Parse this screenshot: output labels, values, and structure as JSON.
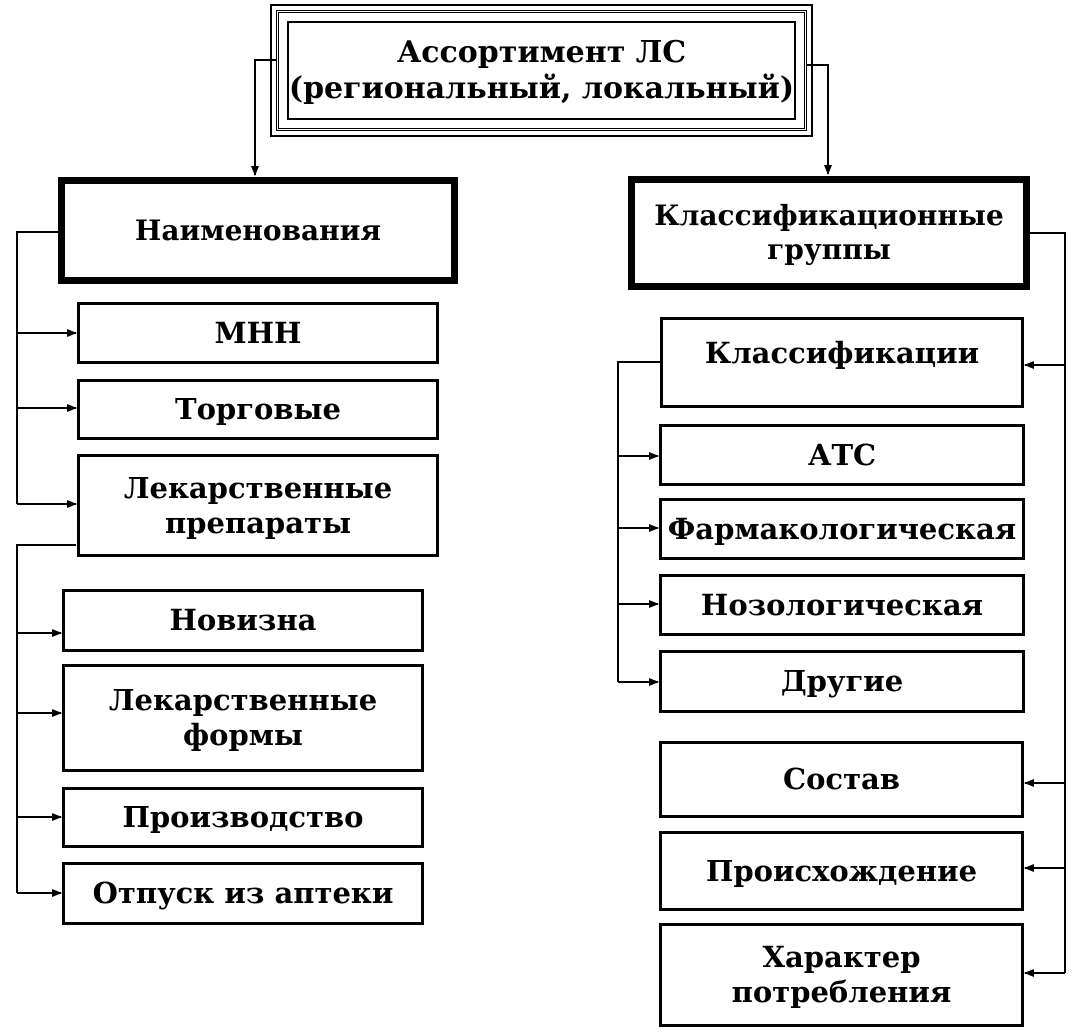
{
  "root": {
    "line1": "Ассортимент ЛС",
    "line2": "(региональный, локальный)"
  },
  "left": {
    "header": "Наименования",
    "items": [
      "МНН",
      "Торговые",
      "Лекарственные\nпрепараты"
    ],
    "drug_items": [
      "Новизна",
      "Лекарственные\nформы",
      "Производство",
      "Отпуск из аптеки"
    ]
  },
  "right": {
    "header": "Классификационные\nгруппы",
    "classifications": "Классификации",
    "class_items": [
      "АТС",
      "Фармакологическая",
      "Нозологическая",
      "Другие"
    ],
    "other_items": [
      "Состав",
      "Происхождение",
      "Характер\nпотребления"
    ]
  }
}
